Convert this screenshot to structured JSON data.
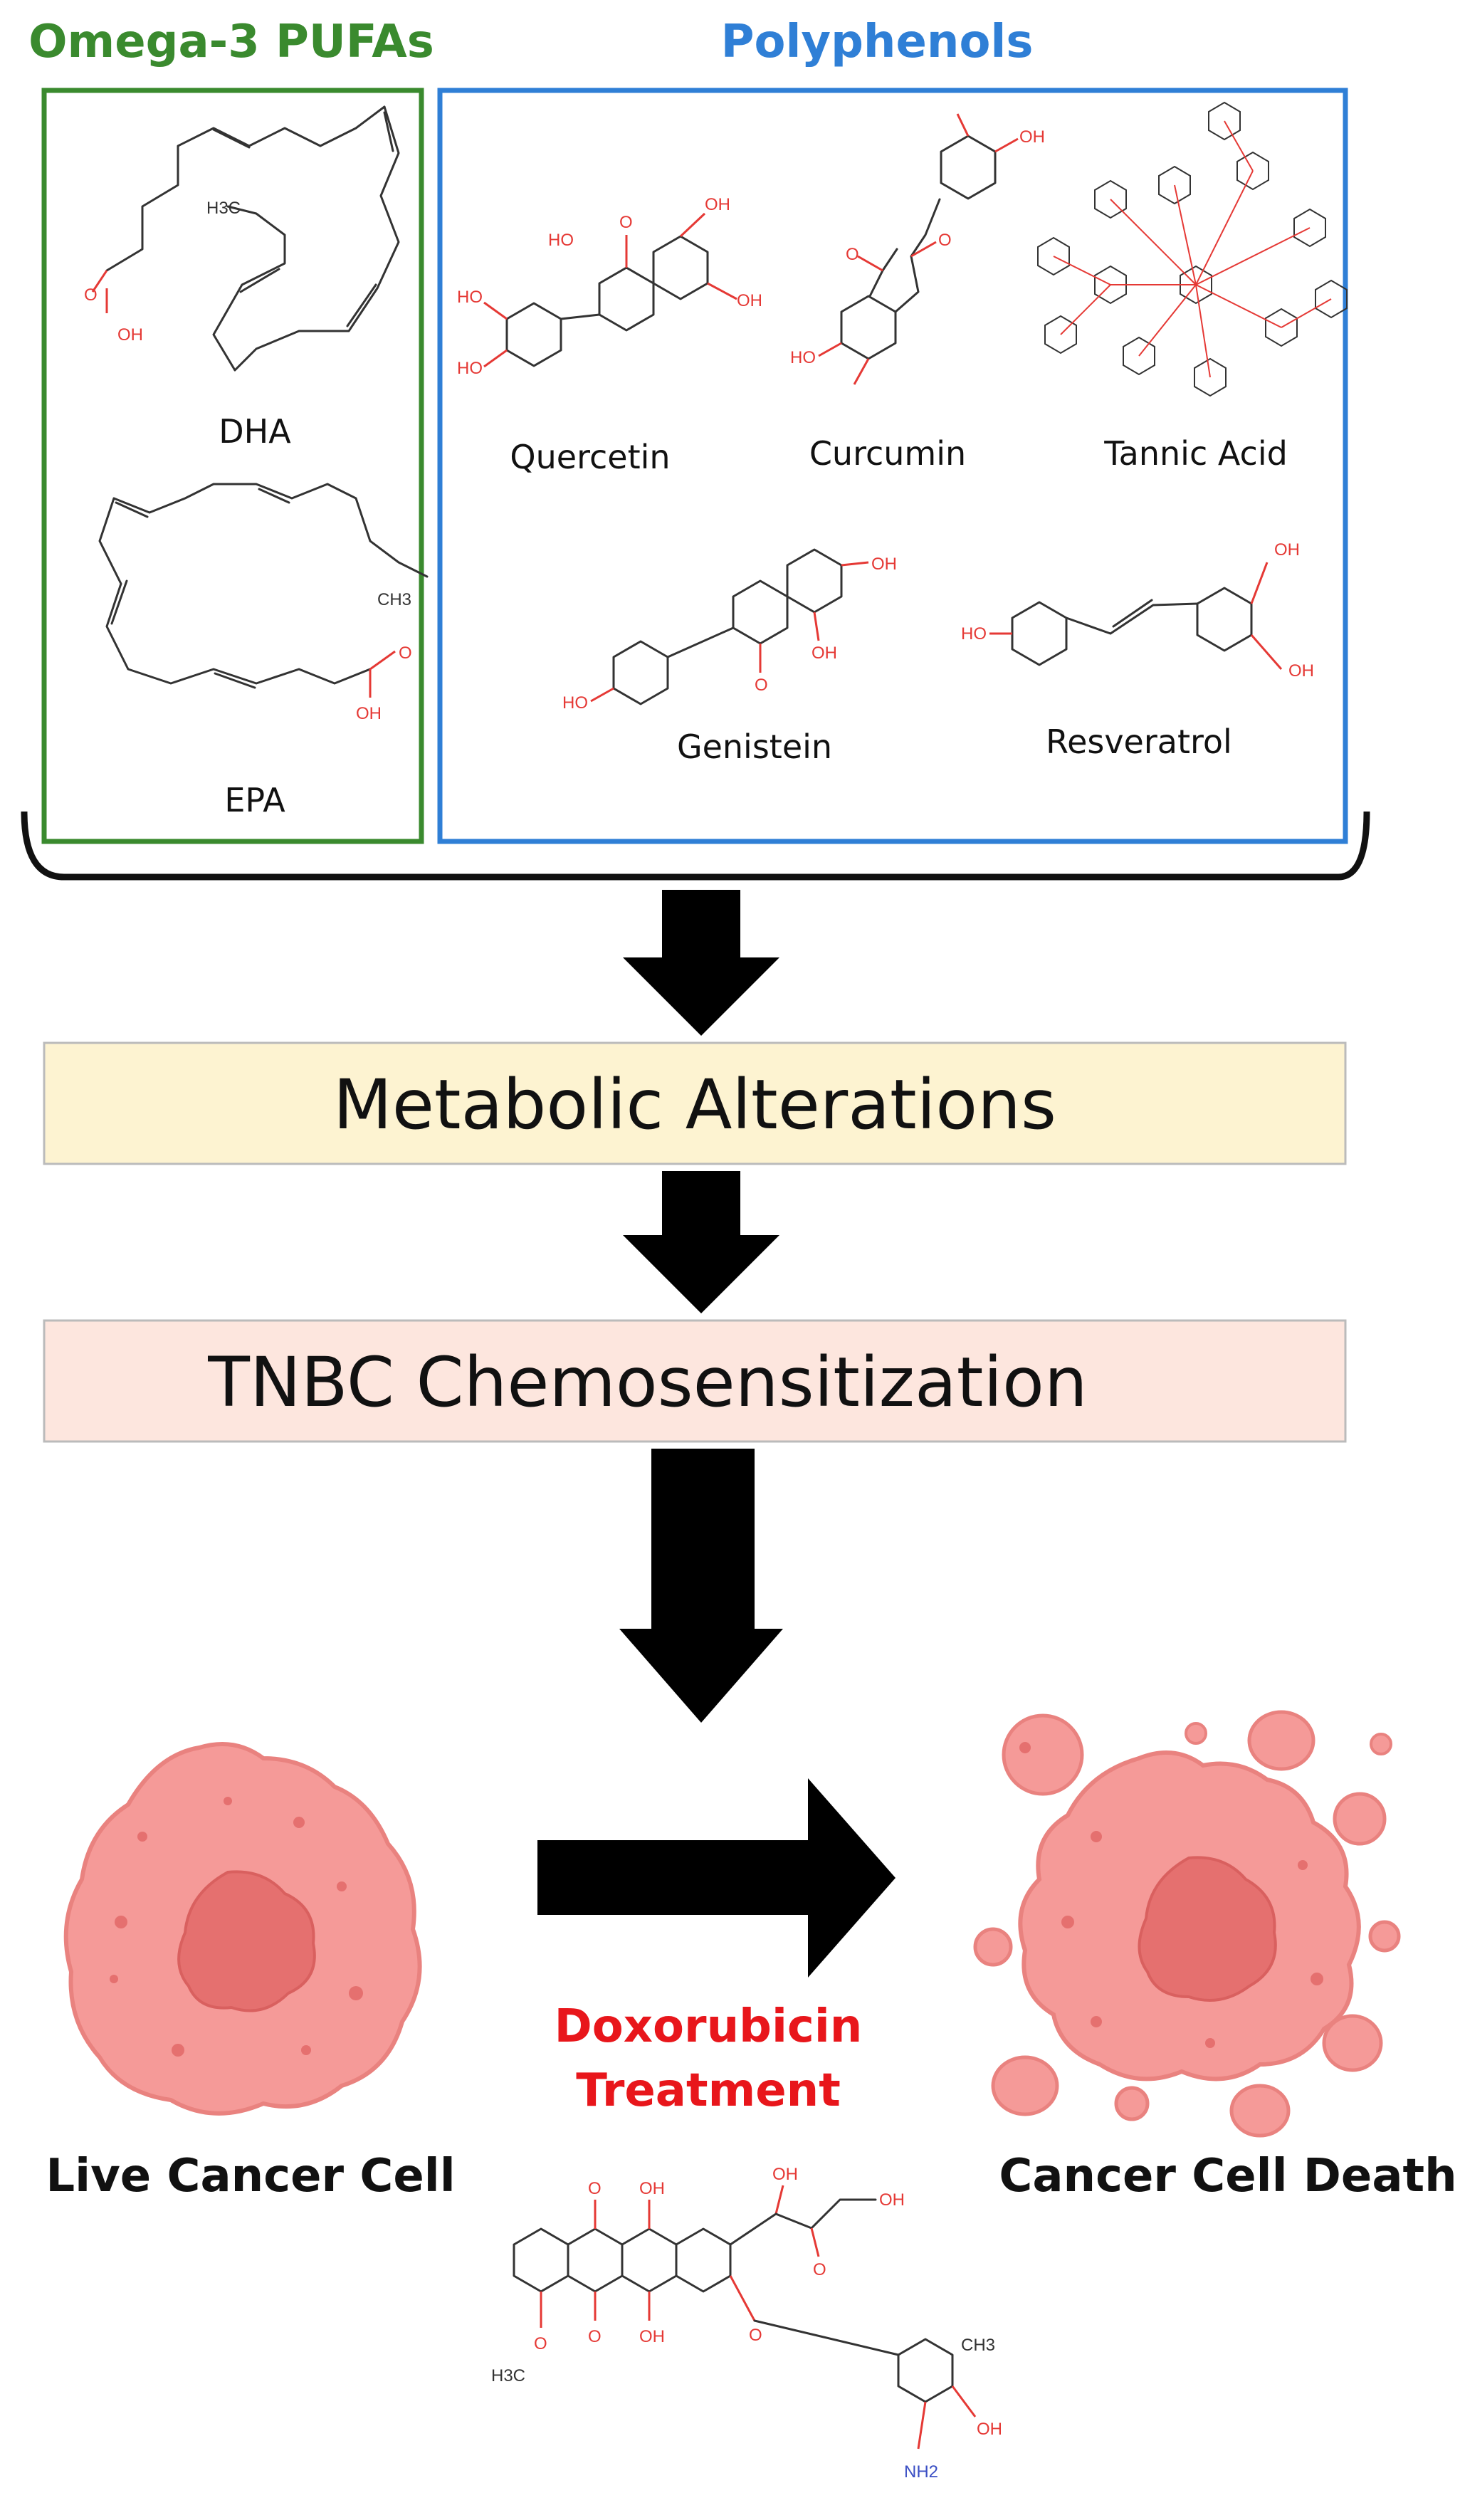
{
  "omega_group": {
    "title": "Omega-3 PUFAs",
    "color": "#3a8a2e",
    "molecules": [
      {
        "name": "DHA",
        "atoms": {
          "acid_o": "O",
          "acid_oh": "OH",
          "methyl": "H3C"
        }
      },
      {
        "name": "EPA",
        "atoms": {
          "acid_o": "O",
          "acid_oh": "OH",
          "methyl": "CH3"
        }
      }
    ]
  },
  "polyphenol_group": {
    "title": "Polyphenols",
    "color": "#2f7fd6",
    "molecules": [
      {
        "name": "Quercetin"
      },
      {
        "name": "Curcumin"
      },
      {
        "name": "Tannic Acid"
      },
      {
        "name": "Genistein"
      },
      {
        "name": "Resveratrol"
      }
    ]
  },
  "atom_labels": {
    "oh": "OH",
    "ho": "HO",
    "o": "O"
  },
  "stages": [
    {
      "label": "Metabolic Alterations",
      "fill": "#fdf3d1"
    },
    {
      "label": "TNBC Chemosensitization",
      "fill": "#fde6de"
    }
  ],
  "treatment": {
    "line1": "Doxorubicin",
    "line2": "Treatment",
    "color": "#e8161b",
    "atoms": {
      "o": "O",
      "oh": "OH",
      "ch3": "CH3",
      "h3c": "H3C",
      "nh2": "NH2"
    }
  },
  "cells": {
    "live_label": "Live Cancer Cell",
    "death_label": "Cancer Cell Death",
    "cell_fill": "#f59a98",
    "nucleus_fill": "#e5706f"
  }
}
